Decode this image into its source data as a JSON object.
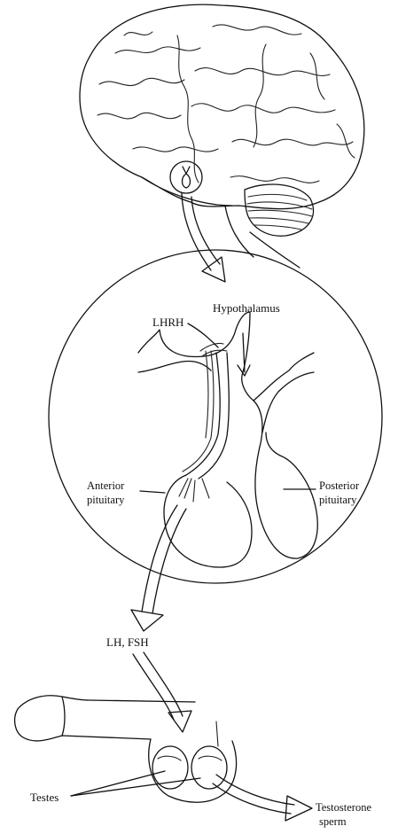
{
  "labels": {
    "lhrh": "LHRH",
    "hypothalamus": "Hypothalamus",
    "anterior_pituitary_line1": "Anterior",
    "anterior_pituitary_line2": "pituitary",
    "posterior_pituitary_line1": "Posterior",
    "posterior_pituitary_line2": "pituitary",
    "lh_fsh": "LH, FSH",
    "testes": "Testes",
    "output_line1": "Testosterone",
    "output_line2": "sperm"
  },
  "colors": {
    "ink": "#111111",
    "background": "#ffffff"
  }
}
